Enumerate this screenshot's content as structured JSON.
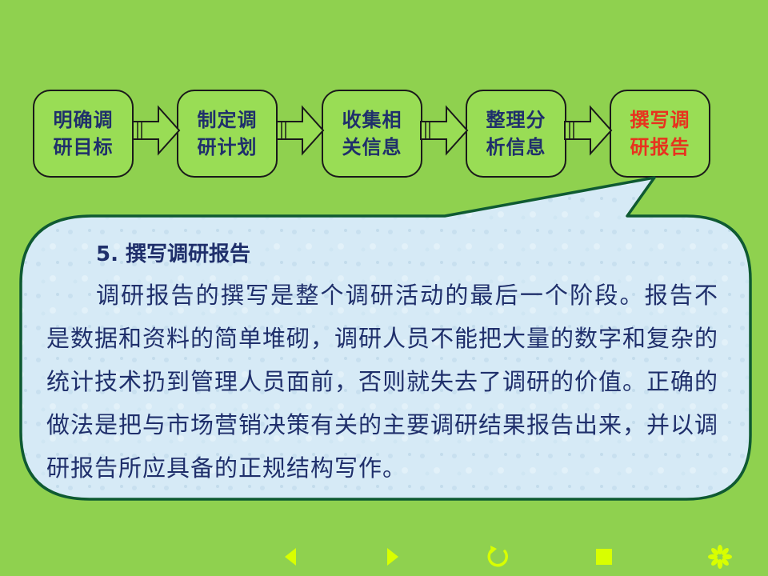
{
  "steps": [
    {
      "label": "明确调研目标",
      "state": "normal"
    },
    {
      "label": "制定调研计划",
      "state": "normal"
    },
    {
      "label": "收集相关信息",
      "state": "normal"
    },
    {
      "label": "整理分析信息",
      "state": "normal"
    },
    {
      "label": "撰写调研报告",
      "state": "active"
    }
  ],
  "callout": {
    "heading": "5. 撰写调研报告",
    "body": "调研报告的撰写是整个调研活动的最后一个阶段。报告不是数据和资料的简单堆砌，调研人员不能把大量的数字和复杂的统计技术扔到管理人员面前，否则就失去了调研的价值。正确的做法是把与市场营销决策有关的主要调研结果报告出来，并以调研报告所应具备的正规结构写作。"
  },
  "nav": {
    "prev_icon": "triangle-left-icon",
    "next_icon": "triangle-right-icon",
    "return_icon": "circular-arrow-icon",
    "end_icon": "square-icon",
    "menu_icon": "asterisk-flower-icon"
  },
  "colors": {
    "background": "#8fd14f",
    "step_fill": "#99dd55",
    "step_text": "#1f2f6b",
    "active_text": "#e8321e",
    "callout_fill": "#d6eaf6",
    "callout_border": "#0f5a32",
    "nav_icon": "#d8ff00"
  }
}
